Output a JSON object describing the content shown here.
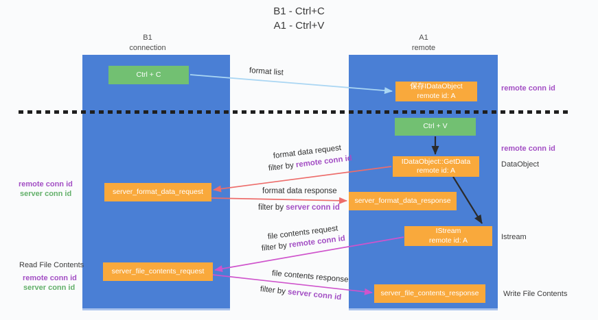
{
  "title": {
    "line1": "B1 - Ctrl+C",
    "line2": "A1 - Ctrl+V"
  },
  "headers": {
    "left": {
      "name": "B1",
      "role": "connection"
    },
    "right": {
      "name": "A1",
      "role": "remote"
    }
  },
  "boxes": {
    "ctrl_c": "Ctrl + C",
    "ctrl_v": "Ctrl + V",
    "save_idataobject": {
      "line1": "保存IDataObject",
      "line2": "remote id: A"
    },
    "getdata": {
      "line1": "IDataObject::GetData",
      "line2": "remote id: A"
    },
    "format_request": "server_format_data_request",
    "format_response": "server_format_data_response",
    "istream": {
      "line1": "IStream",
      "line2": "remote id: A"
    },
    "file_request": "server_file_contents_request",
    "file_response": "server_file_contents_response"
  },
  "flow_labels": {
    "format_list": "format list",
    "format_data_request": "format data request",
    "format_data_request_filter": {
      "prefix": "filter by ",
      "highlight": "remote conn id"
    },
    "format_data_response": "format data response",
    "format_data_response_filter": {
      "prefix": "filter by ",
      "highlight": "server conn id"
    },
    "file_contents_request": "file contents request",
    "file_contents_request_filter": {
      "prefix": "filter by ",
      "highlight": "remote conn id"
    },
    "file_contents_response": "file contents response",
    "file_contents_response_filter": {
      "prefix": "filter by ",
      "highlight": "server conn id"
    }
  },
  "side_labels": {
    "right_remote_conn_id_top": "remote conn id",
    "right_remote_conn_id_mid": "remote conn id",
    "dataobject": "DataObject",
    "istream": "Istream",
    "write_file_contents": "Write File Contents",
    "left_remote_conn_id_top": "remote conn id",
    "left_server_conn_id_top": "server conn id",
    "read_file_contents": "Read File Contents",
    "left_remote_conn_id_bottom": "remote conn id",
    "left_server_conn_id_bottom": "server conn id"
  },
  "colors": {
    "lane_blue": "#4a7fd5",
    "box_orange": "#f9a93c",
    "box_green": "#72c072",
    "arrow_light_blue": "#aad6f3",
    "arrow_black": "#2b2b2b",
    "arrow_salmon": "#ed6d6b",
    "arrow_magenta": "#cf54cc",
    "text_purple": "#a34fc4",
    "text_green": "#63b06a",
    "dash_black": "#1f1f1f"
  }
}
